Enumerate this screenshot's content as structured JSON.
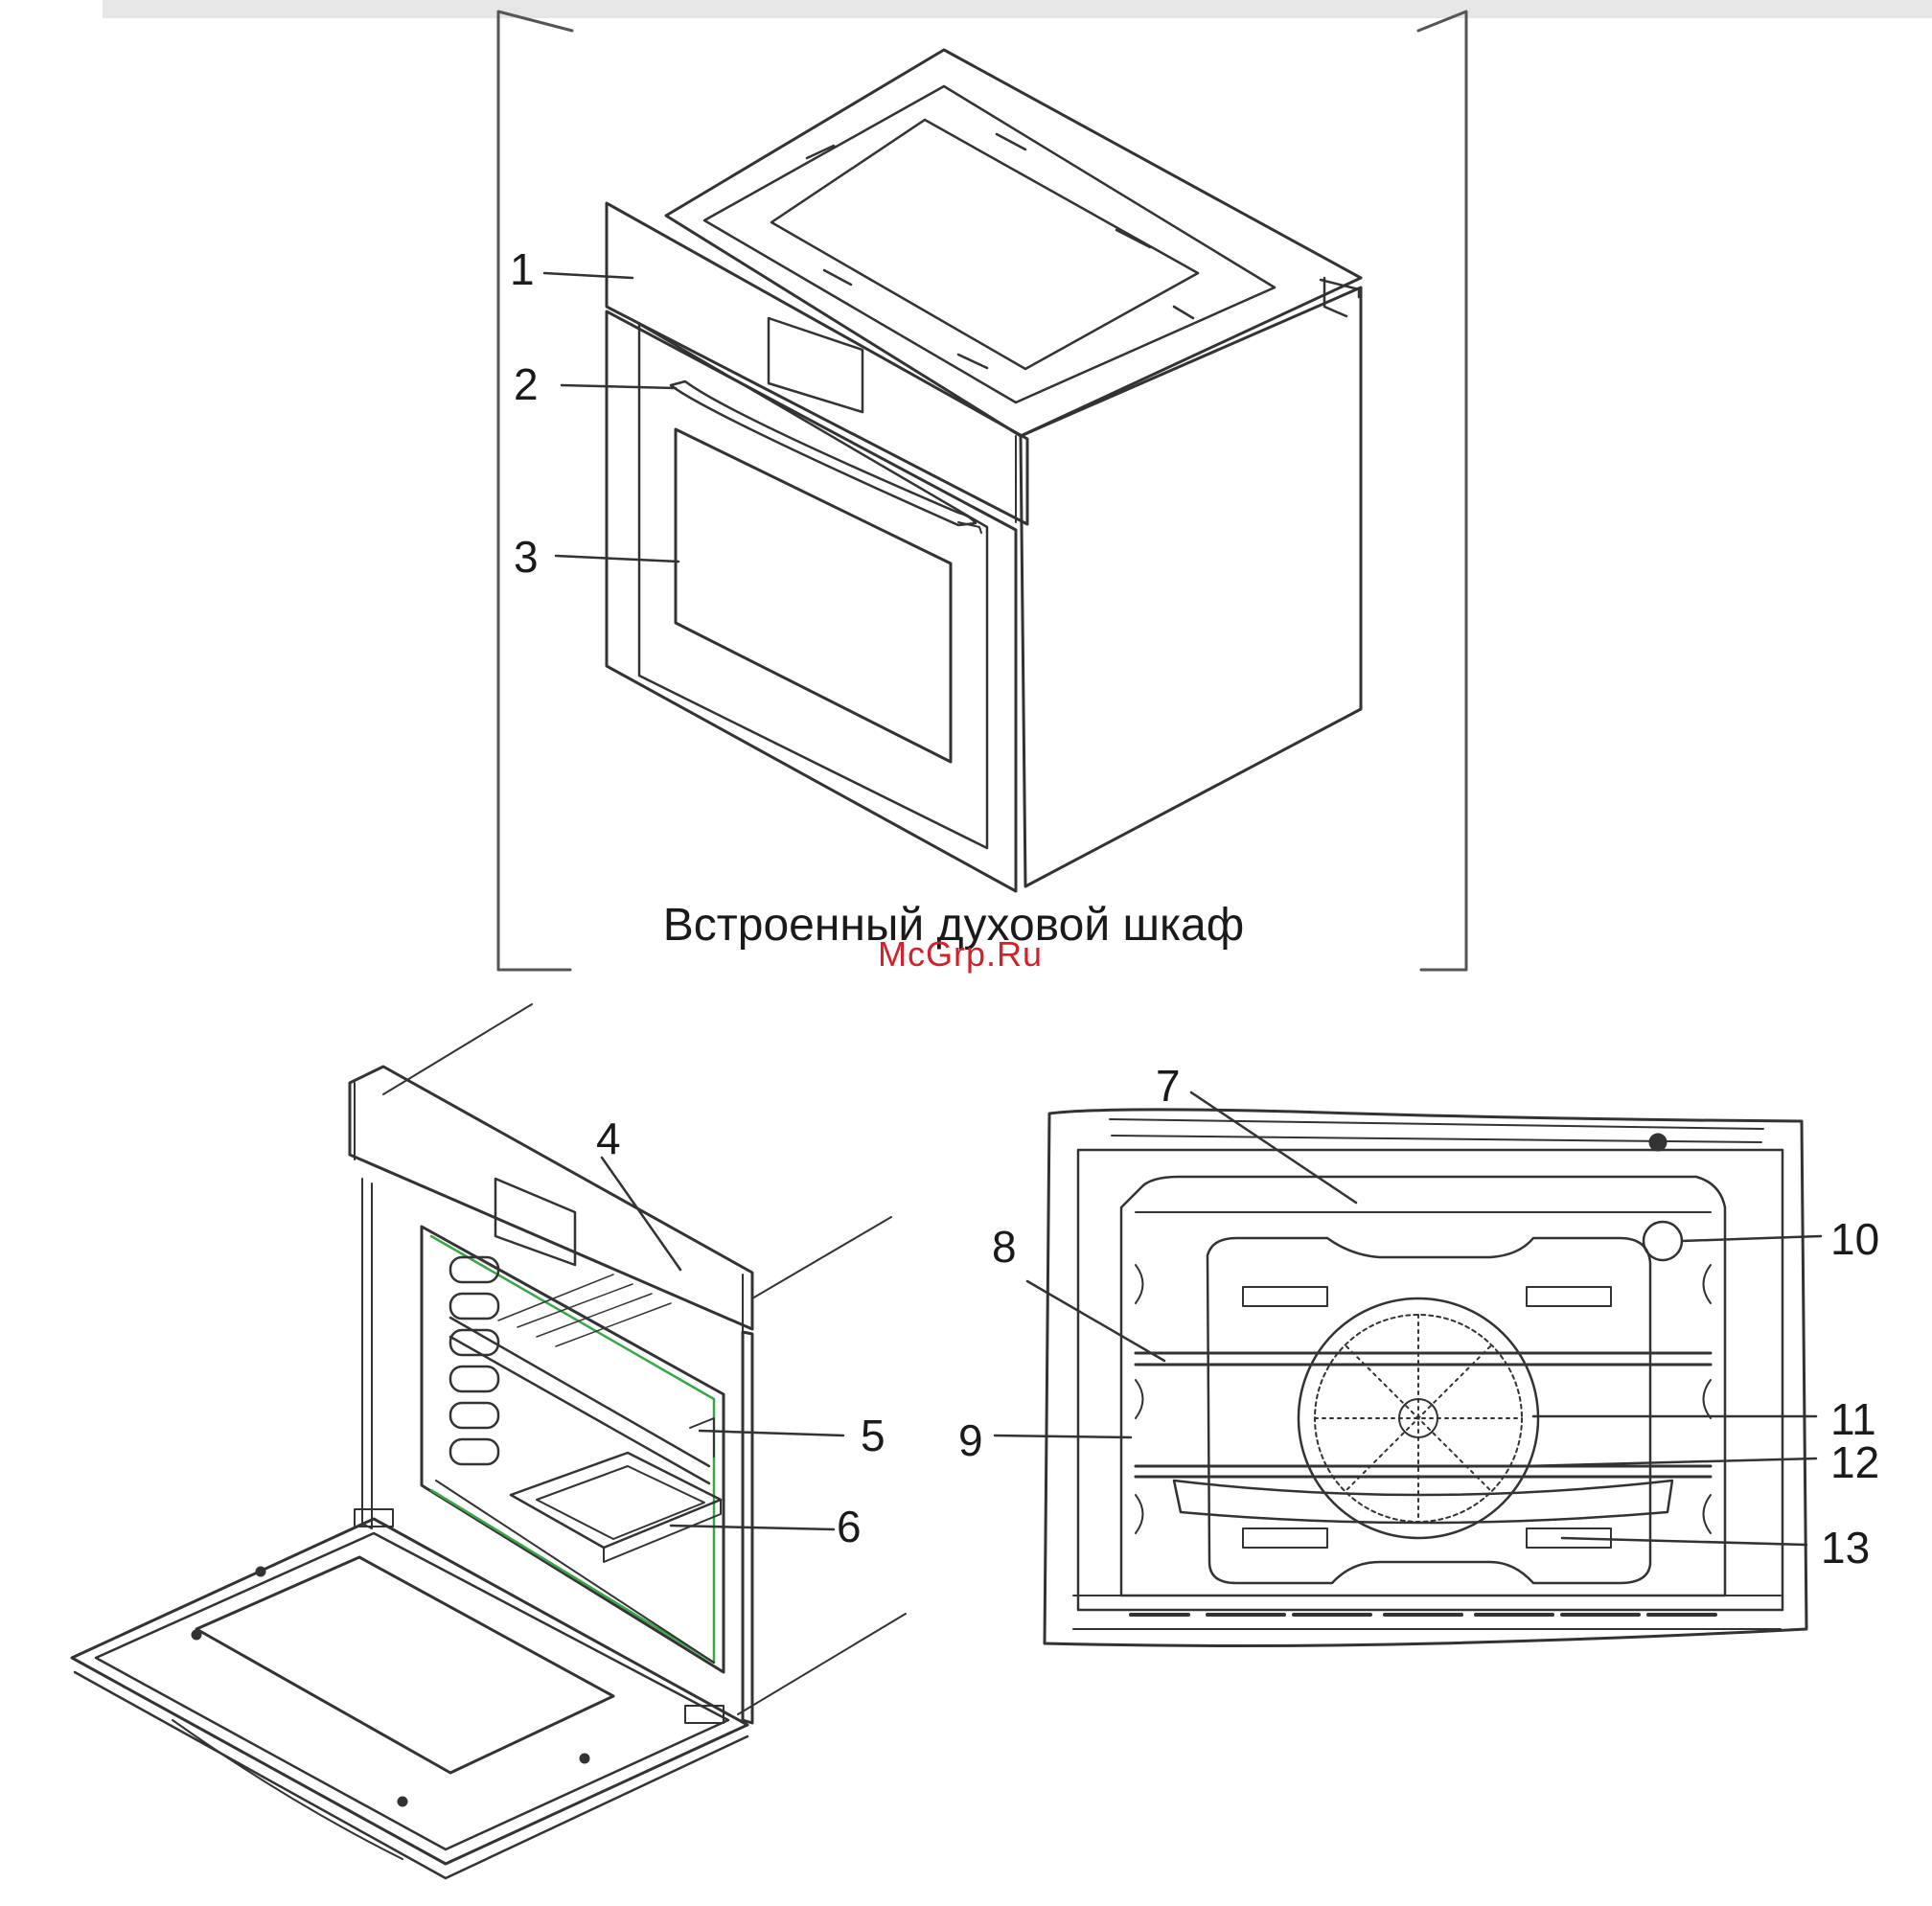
{
  "caption": "Встроенный духовой шкаф",
  "watermark": "McGrp.Ru",
  "callouts": {
    "c1": "1",
    "c2": "2",
    "c3": "3",
    "c4": "4",
    "c5": "5",
    "c6": "6",
    "c7": "7",
    "c8": "8",
    "c9": "9",
    "c10": "10",
    "c11": "11",
    "c12": "12",
    "c13": "13"
  },
  "colors": {
    "line": "#333333",
    "guide": "#3aa64a",
    "watermark": "#d4202a",
    "bar": "#e6e6e6"
  }
}
